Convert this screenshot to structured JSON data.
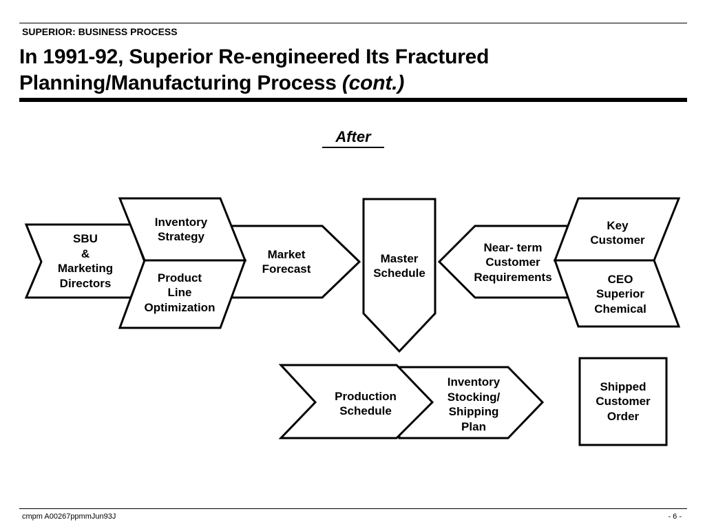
{
  "header": {
    "section": "SUPERIOR:  BUSINESS PROCESS",
    "title_main": "In 1991-92, Superior Re-engineered Its Fractured Planning/Manufacturing Process",
    "title_suffix": "(cont.)"
  },
  "diagram": {
    "heading": "After",
    "boxes": {
      "sbu": "SBU\n&\nMarketing\nDirectors",
      "inventory_strategy": "Inventory\nStrategy",
      "product_line": "Product\nLine\nOptimization",
      "market_forecast": "Market\nForecast",
      "master_schedule": "Master\nSchedule",
      "near_term": "Near- term\nCustomer\nRequirements",
      "key_customer": "Key\nCustomer",
      "ceo": "CEO\nSuperior\nChemical",
      "production_schedule": "Production\nSchedule",
      "inventory_stocking": "Inventory\nStocking/\nShipping\nPlan",
      "shipped_order": "Shipped\nCustomer\nOrder"
    }
  },
  "footer": {
    "left": "cmpm A00267ppmmJun93J",
    "right": "- 6 -"
  }
}
